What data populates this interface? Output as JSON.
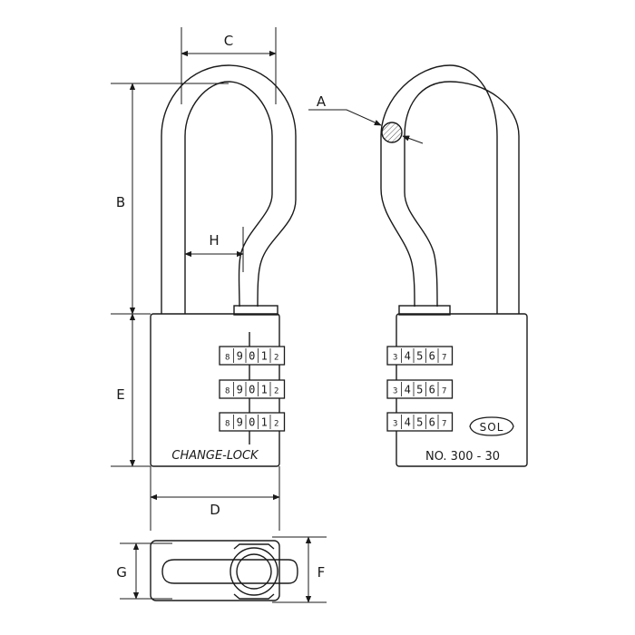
{
  "dimensions": {
    "A": "A",
    "B": "B",
    "C": "C",
    "D": "D",
    "E": "E",
    "F": "F",
    "G": "G",
    "H": "H"
  },
  "front": {
    "body_label": "CHANGE-LOCK",
    "wheels": [
      {
        "digits": [
          "8",
          "9",
          "0",
          "1",
          "2"
        ]
      },
      {
        "digits": [
          "8",
          "9",
          "0",
          "1",
          "2"
        ]
      },
      {
        "digits": [
          "8",
          "9",
          "0",
          "1",
          "2"
        ]
      }
    ]
  },
  "back": {
    "model_number": "NO. 300 - 30",
    "brand_badge": "SOL",
    "wheels": [
      {
        "digits": [
          "3",
          "4",
          "5",
          "6",
          "7"
        ]
      },
      {
        "digits": [
          "3",
          "4",
          "5",
          "6",
          "7"
        ]
      },
      {
        "digits": [
          "3",
          "4",
          "5",
          "6",
          "7"
        ]
      }
    ]
  },
  "colors": {
    "line": "#1a1a1a",
    "section_fill": "#bdbdbd"
  }
}
